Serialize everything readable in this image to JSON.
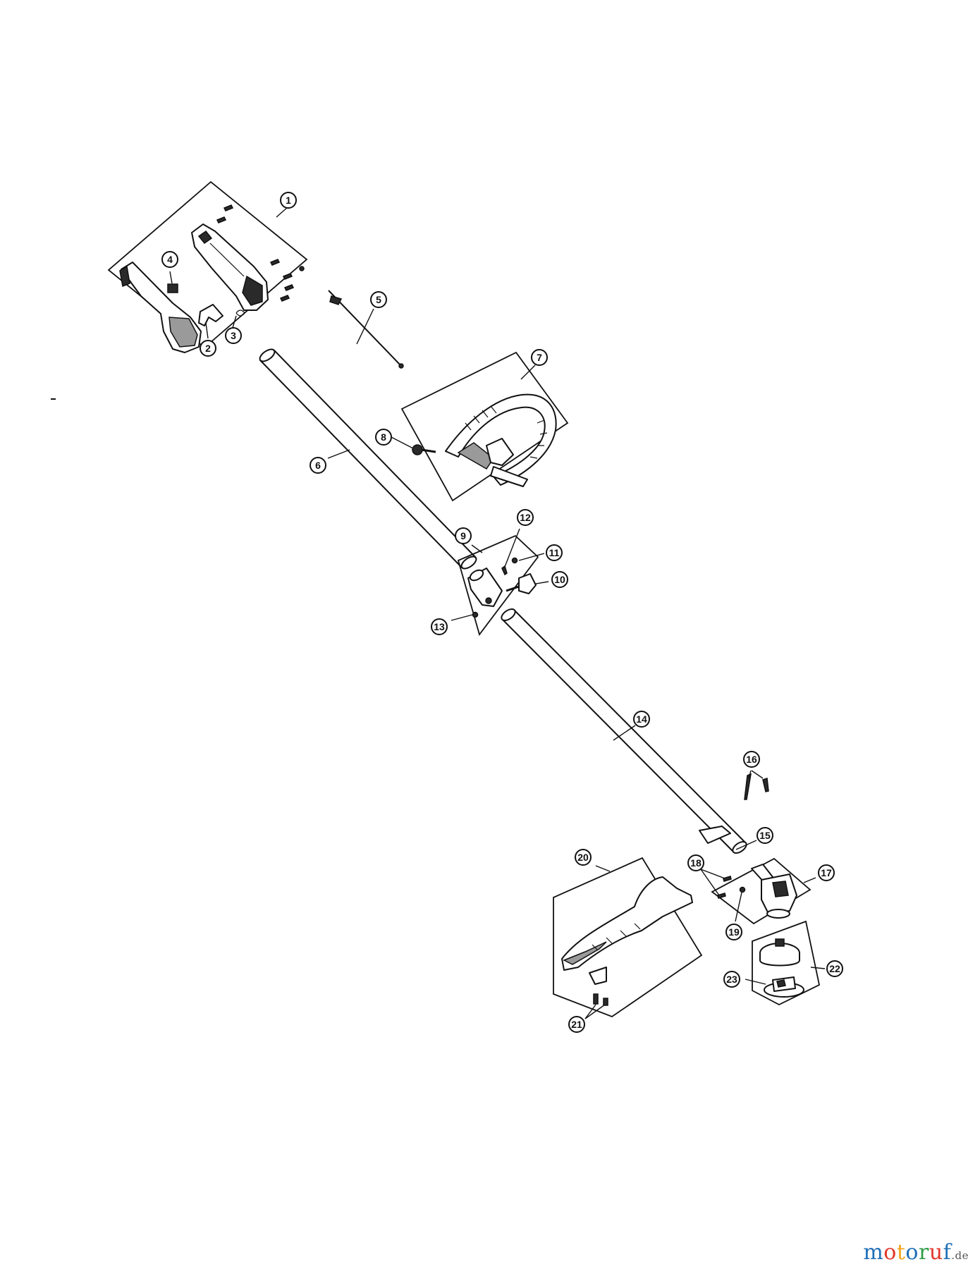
{
  "diagram": {
    "callouts": [
      "1",
      "2",
      "3",
      "4",
      "5",
      "6",
      "7",
      "8",
      "9",
      "10",
      "11",
      "12",
      "13",
      "14",
      "15",
      "16",
      "17",
      "18",
      "19",
      "20",
      "21",
      "22",
      "23"
    ]
  },
  "watermark": {
    "letters": [
      "m",
      "o",
      "t",
      "o",
      "r",
      "u",
      "f"
    ],
    "tld": ".de"
  }
}
